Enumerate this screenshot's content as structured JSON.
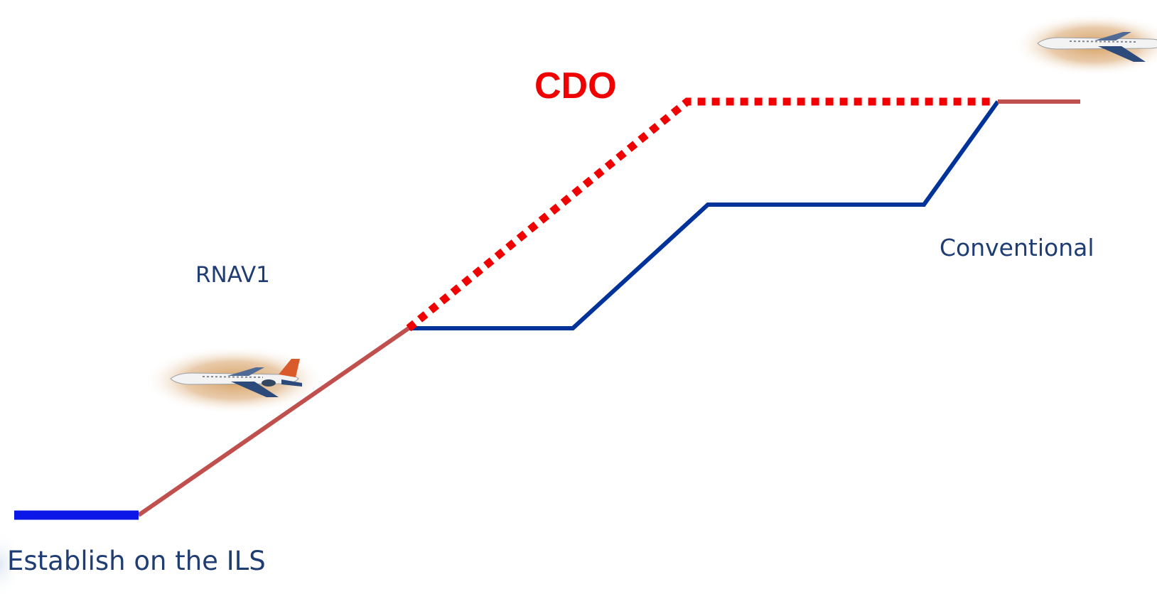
{
  "colors": {
    "cdo": "#f00000",
    "conventional_path": "#003399",
    "rnav_path": "#c0504d",
    "ils_segment": "#0b17e6",
    "label_text": "#1f3d73",
    "plane_glow": "#d7a26a",
    "background": "#ffffff"
  },
  "labels": {
    "cdo_title": "CDO",
    "rnav": "RNAV1",
    "conventional": "Conventional",
    "ils": "Establish on the ILS"
  },
  "icons": {
    "aircraft": "jet-aircraft-icon"
  }
}
